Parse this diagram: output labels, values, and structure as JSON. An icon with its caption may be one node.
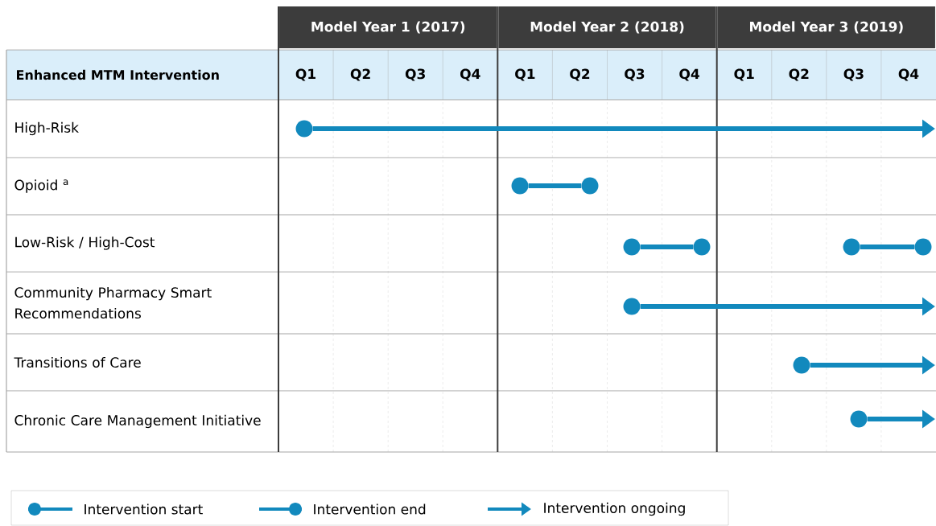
{
  "diagram": {
    "nodes": [
      {
        "text": [],
        "shape": "circle"
      },
      {
        "text": [],
        "shape": "circle"
      },
      {
        "text": [],
        "shape": "circle"
      },
      {
        "text": [],
        "shape": "circle"
      },
      {
        "text": [],
        "shape": "circle"
      },
      {
        "text": [],
        "shape": "circle"
      },
      {
        "text": [],
        "shape": "circle"
      },
      {
        "text": [],
        "shape": "circle"
      },
      {
        "text": [],
        "shape": "circle"
      },
      {
        "text": [],
        "shape": "circle"
      }
    ],
    "edges": [
      {
        "from": 0,
        "to": null,
        "arrow": "to"
      },
      {
        "from": 1,
        "to": 2,
        "arrow": "none"
      },
      {
        "from": 3,
        "to": 4,
        "arrow": "none"
      },
      {
        "from": 5,
        "to": 6,
        "arrow": "none"
      },
      {
        "from": 7,
        "to": null,
        "arrow": "to"
      },
      {
        "from": 8,
        "to": null,
        "arrow": "to"
      },
      {
        "from": 9,
        "to": null,
        "arrow": "to"
      }
    ],
    "labels": [
      "Model Year 1 (2017)",
      "Model Year 2 (2018)",
      "Model Year 3 (2019)",
      "Enhanced MTM Intervention",
      "Q1",
      "Q2",
      "Q3",
      "Q4",
      "Q1",
      "Q2",
      "Q3",
      "Q4",
      "Q1",
      "Q2",
      "Q3",
      "Q4",
      "High-Risk",
      "Opioid $^{a}$",
      "Low-Risk / High-Cost",
      "Community Pharmacy Smart Recommendations",
      "Transitions of Care",
      "Chronic Care Management Initiative"
    ],
    "legend": [
      {
        "text": "Intervention start"
      },
      {
        "text": "Intervention end"
      },
      {
        "text": "Intervention ongoing"
      }
    ]
  }
}
